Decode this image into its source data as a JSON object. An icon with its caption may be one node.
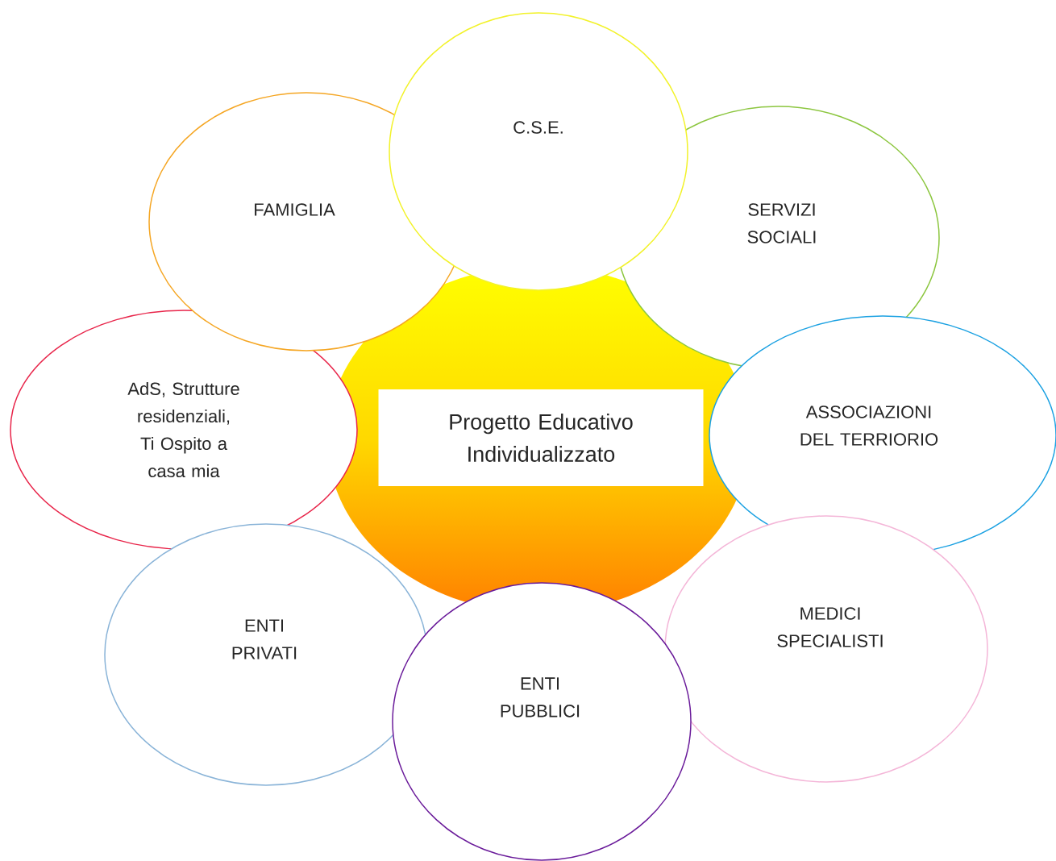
{
  "diagram": {
    "nodes": [
      {
        "text": [
          "C.S.E."
        ]
      },
      {
        "text": [
          "FAMIGLIA"
        ]
      },
      {
        "text": [
          "SERVIZI SOCIALI"
        ]
      },
      {
        "text": [
          "AdS, Strutture residenziali, Ti Ospito a casa mia"
        ]
      },
      {
        "text": [
          "Progetto Educativo Individualizzato"
        ]
      },
      {
        "text": [
          "ASSOCIAZIONI DEL TERRIORIO"
        ]
      },
      {
        "text": [
          "ENTI PRIVATI"
        ]
      },
      {
        "text": [
          "MEDICI SPECIALISTI"
        ]
      },
      {
        "text": [
          "ENTI PUBBLICI"
        ]
      }
    ]
  }
}
